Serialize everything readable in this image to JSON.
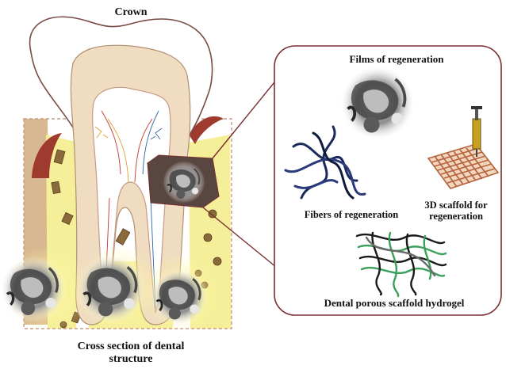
{
  "labels": {
    "crown": "Crown",
    "cross_section": "Cross section of dental structure",
    "films": "Films of regeneration",
    "fibers": "Fibers of regeneration",
    "scaffold_3d": "3D scaffold for regeneration",
    "hydrogel": "Dental porous scaffold hydrogel"
  },
  "colors": {
    "enamel_outline": "#7a4a44",
    "dentin": "#f0dcc0",
    "pulp": "#ffffff",
    "gum": "#9e3a2e",
    "bone": "#f5ef9a",
    "bone_particles": "#8a6a3a",
    "callout_border": "#7a2e2e",
    "fiber_dark": "#1a2a5a",
    "grid": "#b5623a",
    "hydrogel_green": "#3aa05a",
    "scaffold_gray": "#6a6a6a"
  },
  "icons": {
    "porous_scaffold": "porous-scaffold-sem-icon",
    "fibers": "fibers-icon",
    "grid_scaffold": "3d-grid-scaffold-icon",
    "hydrogel": "hydrogel-mesh-icon",
    "syringe": "syringe-icon"
  }
}
